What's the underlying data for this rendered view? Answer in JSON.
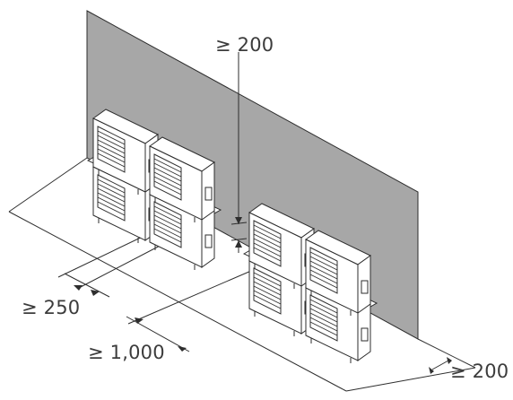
{
  "dimensions": {
    "top_clearance": "≥ 200",
    "side_clearance": "≥ 250",
    "unit_spacing": "≥ 1,000",
    "rear_clearance": "≥ 200"
  },
  "colors": {
    "wall": "#a7a7a7",
    "line": "#2e2e2e",
    "unit_fill": "#ffffff",
    "text": "#3c3c3c"
  }
}
